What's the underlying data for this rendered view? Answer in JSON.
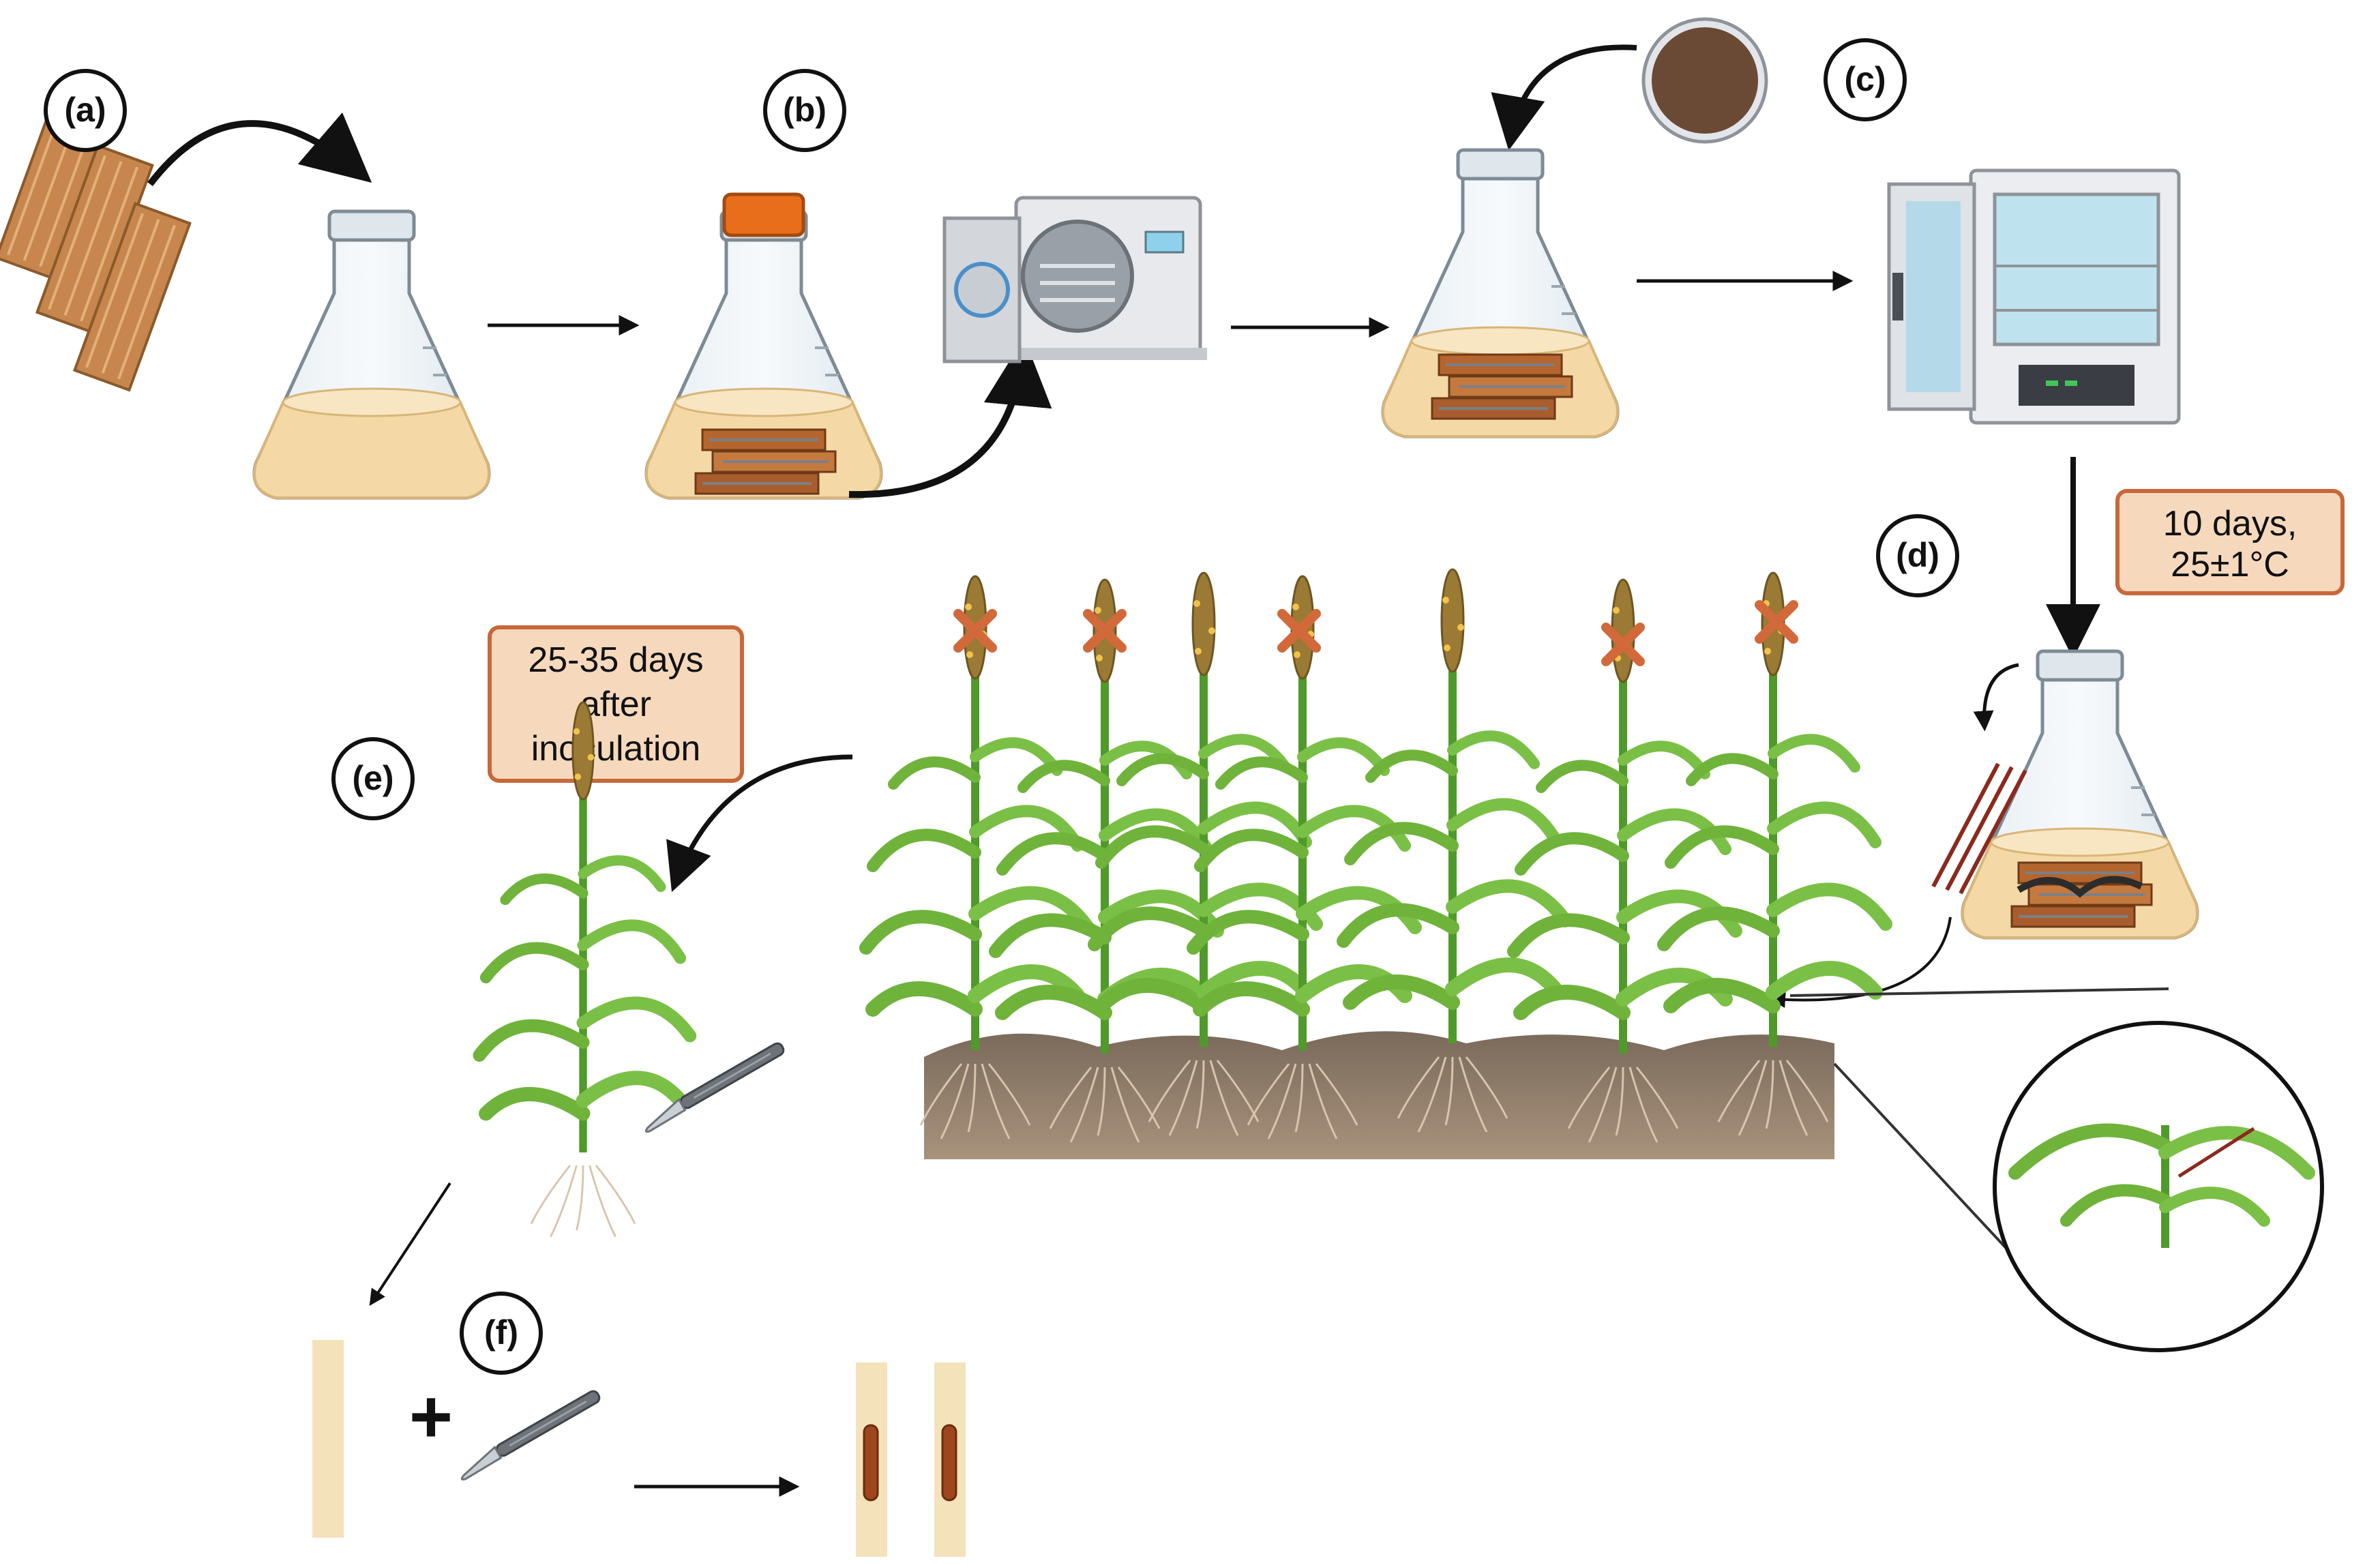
{
  "steps": {
    "a": "(a)",
    "b": "(b)",
    "c": "(c)",
    "d": "(d)",
    "e": "(e)",
    "f": "(f)"
  },
  "notes": {
    "incubation": [
      "10 days,",
      "25±1°C"
    ],
    "harvest": [
      "25-35 days",
      "after",
      "inoculation"
    ]
  },
  "plus_sign": "+",
  "colors": {
    "arrow": "#111111",
    "note_fill": "#f6d9bd",
    "note_stroke": "#c8683a",
    "cross": "#d2693a",
    "leaf": "#6fb33b",
    "soil": "#9a8470",
    "liquid": "#f4d9a6",
    "stalk_piece": "#f4e2bb",
    "lesion": "#a0461c",
    "cap": "#e86e1c"
  },
  "icons": [
    "toothpick-bundle",
    "erlenmeyer-flask",
    "autoclave",
    "petri-dish",
    "incubator",
    "sorghum-field",
    "sorghum-plant",
    "scalpel",
    "stalk-section",
    "magnifier-inset"
  ]
}
